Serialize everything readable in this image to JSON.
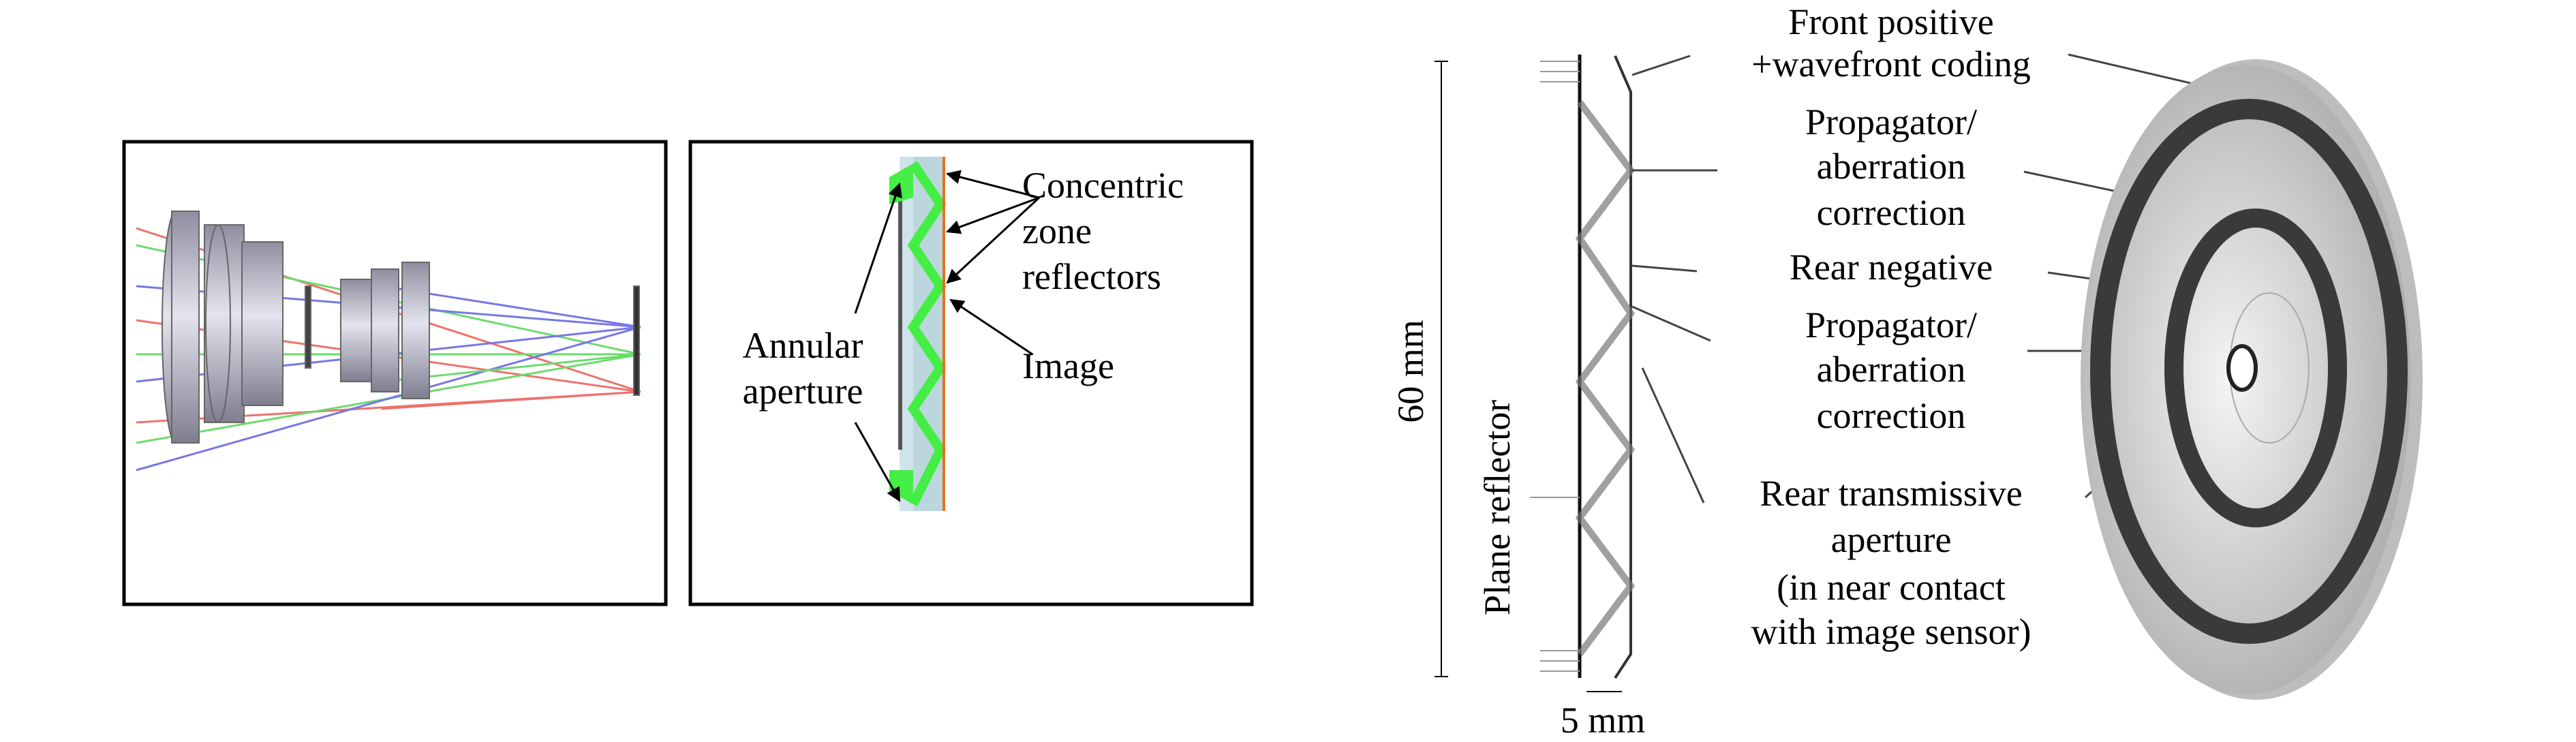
{
  "panel_b": {
    "labels": {
      "concentric": "Concentric",
      "zone": "zone",
      "reflectors": "reflectors",
      "image": "Image",
      "annular": "Annular",
      "aperture": "aperture"
    }
  },
  "panel_c": {
    "height_dim": "60 mm",
    "width_dim": "5 mm",
    "plane_reflector": "Plane reflector",
    "labels": {
      "front_1": "Front positive",
      "front_2": "+wavefront coding",
      "prop1_1": "Propagator/",
      "prop1_2": "aberration",
      "prop1_3": "correction",
      "rear_neg": "Rear negative",
      "prop2_1": "Propagator/",
      "prop2_2": "aberration",
      "prop2_3": "correction",
      "rear_t_1": "Rear transmissive",
      "rear_t_2": "aperture",
      "rear_t_3": "(in near contact",
      "rear_t_4": "with image sensor)"
    }
  },
  "colors": {
    "ray_red": "#e8443a",
    "ray_green": "#3ccf3c",
    "ray_blue": "#4a4ae0",
    "lens": "#b8b8c8",
    "zone_green": "#44ee44"
  }
}
